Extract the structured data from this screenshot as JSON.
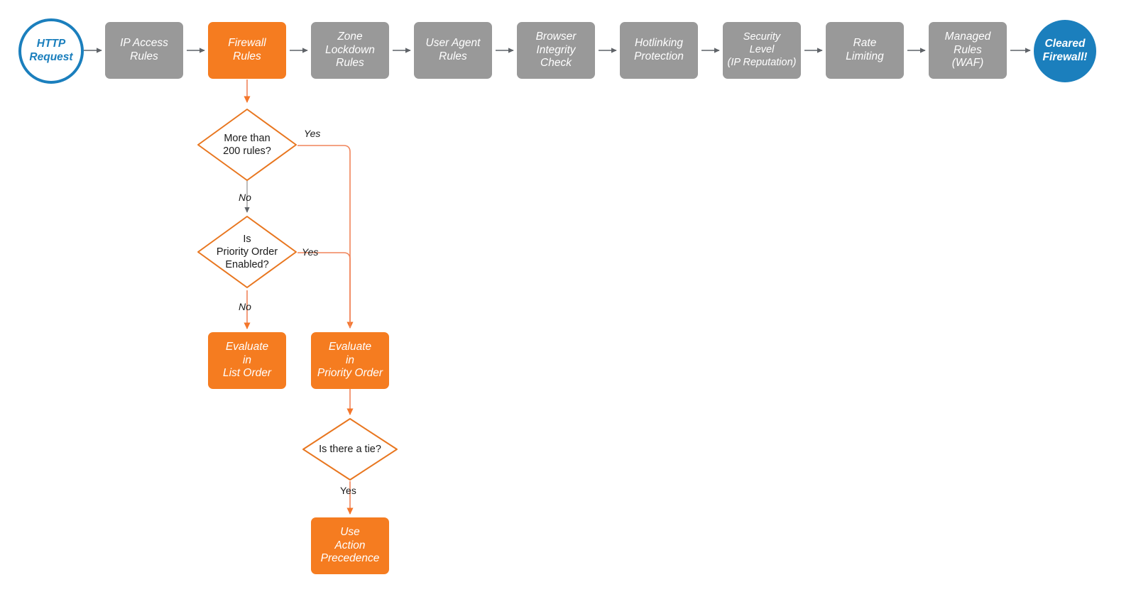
{
  "diagram": {
    "title": "Cloudflare HTTP request firewall evaluation order",
    "background": "#ffffff",
    "colors": {
      "orange": "#F57C20",
      "orange_line": "#F0845A",
      "gray": "#999999",
      "gray_line": "#6E6E6E",
      "blue": "#1B7FBD",
      "text_dark": "#1a1a1a",
      "text_light": "#ffffff"
    }
  },
  "pipeline": {
    "start": {
      "label": "HTTP\nRequest",
      "shape": "circle",
      "style": "hollow-blue"
    },
    "steps": [
      {
        "id": "ip-access-rules",
        "label": "IP Access\nRules",
        "style": "gray"
      },
      {
        "id": "firewall-rules",
        "label": "Firewall\nRules",
        "style": "orange"
      },
      {
        "id": "zone-lockdown-rules",
        "label": "Zone\nLockdown\nRules",
        "style": "gray"
      },
      {
        "id": "user-agent-rules",
        "label": "User Agent\nRules",
        "style": "gray"
      },
      {
        "id": "browser-integrity",
        "label": "Browser\nIntegrity\nCheck",
        "style": "gray"
      },
      {
        "id": "hotlinking",
        "label": "Hotlinking\nProtection",
        "style": "gray"
      },
      {
        "id": "security-level",
        "label": "Security\nLevel\n(IP Reputation)",
        "style": "gray"
      },
      {
        "id": "rate-limiting",
        "label": "Rate\nLimiting",
        "style": "gray"
      },
      {
        "id": "managed-rules-waf",
        "label": "Managed\nRules\n(WAF)",
        "style": "gray"
      }
    ],
    "end": {
      "label": "Cleared\nFirewall!",
      "shape": "circle",
      "style": "filled-blue"
    }
  },
  "branch": {
    "decisions": [
      {
        "id": "more-than-200-rules",
        "label": "More than\n200 rules?"
      },
      {
        "id": "priority-order-enabled",
        "label": "Is\nPriority Order\nEnabled?"
      },
      {
        "id": "is-there-a-tie",
        "label": "Is there a tie?"
      }
    ],
    "outcomes": [
      {
        "id": "evaluate-list-order",
        "label": "Evaluate\nin\nList Order"
      },
      {
        "id": "evaluate-priority-order",
        "label": "Evaluate\nin\nPriority Order"
      },
      {
        "id": "use-action-precedence",
        "label": "Use\nAction\nPrecedence"
      }
    ],
    "edge_labels": {
      "d1_yes": "Yes",
      "d1_no": "No",
      "d2_yes": "Yes",
      "d2_no": "No",
      "d3_yes": "Yes"
    }
  }
}
